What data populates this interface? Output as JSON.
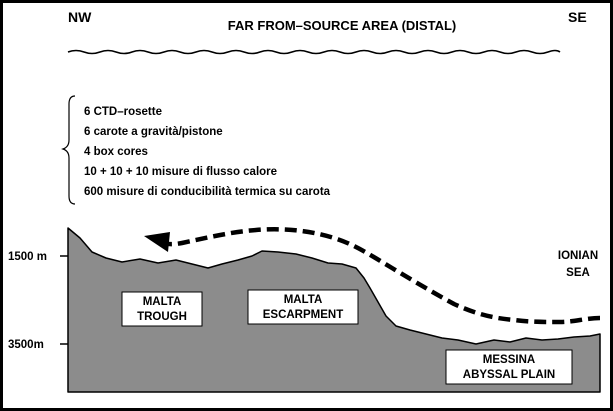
{
  "header": {
    "left_direction": "NW",
    "right_direction": "SE",
    "title": "FAR FROM–SOURCE AREA (DISTAL)"
  },
  "activities": [
    "6 CTD–rosette",
    "6 carote a gravità/pistone",
    "4 box cores",
    "10 + 10 + 10 misure di flusso calore",
    "600 misure di conducibilità termica su carota"
  ],
  "depths": {
    "upper": "1500 m",
    "lower": "3500m"
  },
  "regions": {
    "malta_trough": [
      "MALTA",
      "TROUGH"
    ],
    "malta_escarpment": [
      "MALTA",
      "ESCARPMENT"
    ],
    "messina_abyssal_plain": [
      "MESSINA",
      "ABYSSAL PLAIN"
    ],
    "ionian_sea": [
      "IONIAN",
      "SEA"
    ]
  },
  "colors": {
    "seafloor_fill": "#8c8c8c",
    "line": "#000000",
    "label_box": "#ffffff"
  }
}
